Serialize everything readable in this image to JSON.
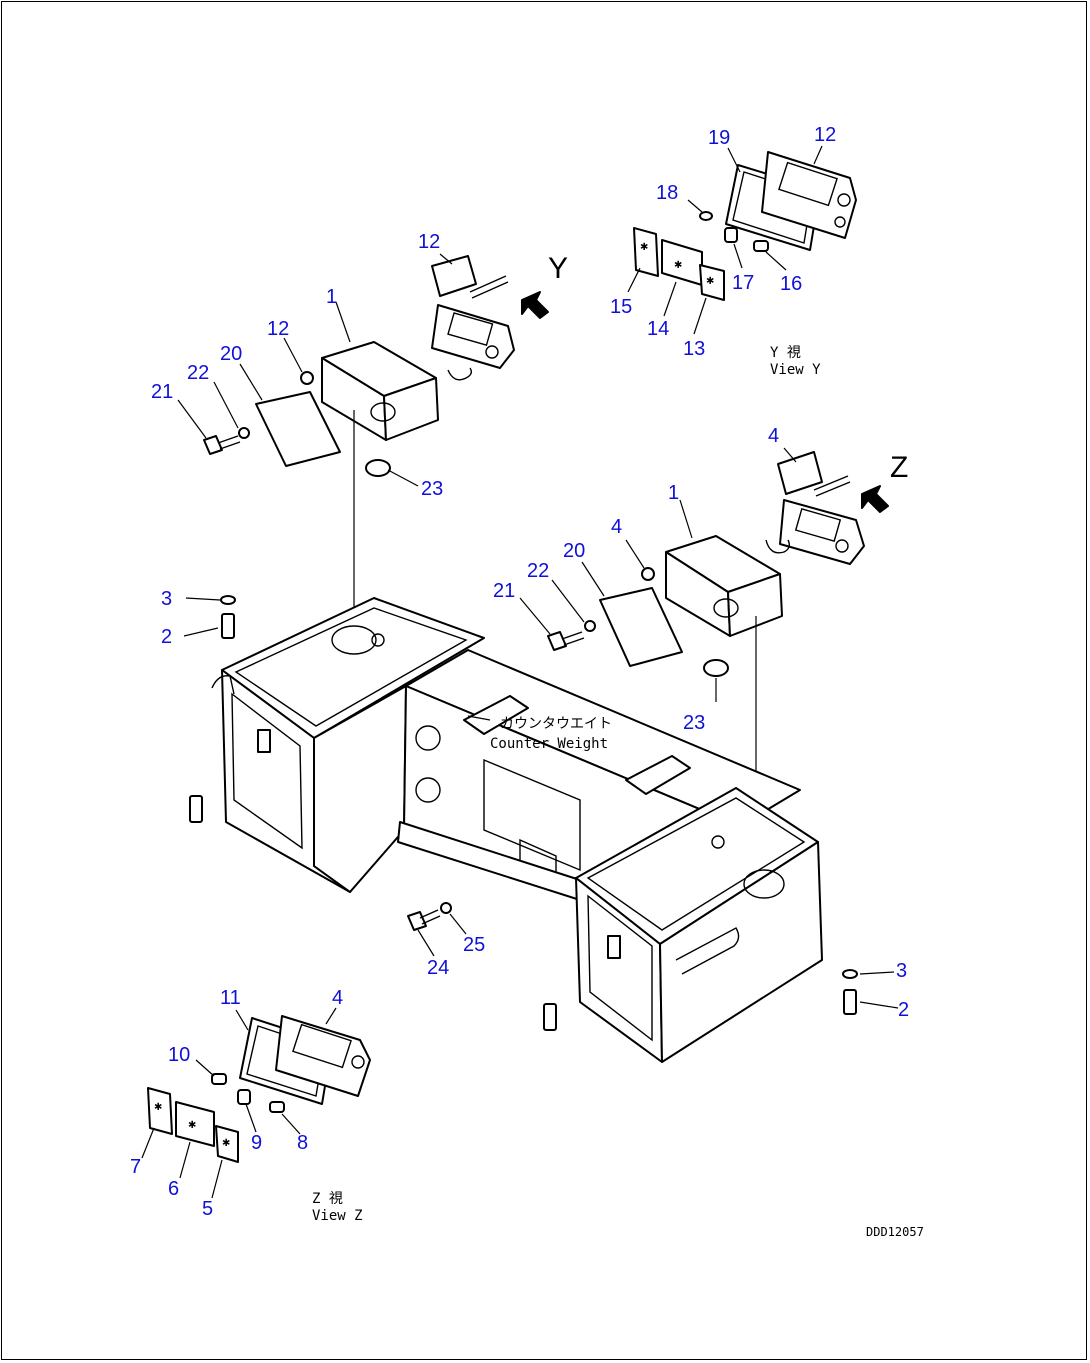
{
  "labels": {
    "view_y": {
      "p12a": "12",
      "p19": "19",
      "p18": "18",
      "p17": "17",
      "p16": "16",
      "p15": "15",
      "p14": "14",
      "p13": "13"
    },
    "left_lamp": {
      "p12b": "12",
      "p1": "1",
      "p12c": "12",
      "p20": "20",
      "p22": "22",
      "p21": "21",
      "p23": "23"
    },
    "right_lamp": {
      "p4": "4",
      "p1": "1",
      "p4b": "4",
      "p20": "20",
      "p22": "22",
      "p21": "21",
      "p23": "23"
    },
    "counterweight": {
      "p3a": "3",
      "p2a": "2",
      "p24": "24",
      "p25": "25",
      "p3b": "3",
      "p2b": "2"
    },
    "view_z": {
      "p11": "11",
      "p4": "4",
      "p10": "10",
      "p9": "9",
      "p8": "8",
      "p7": "7",
      "p6": "6",
      "p5": "5"
    }
  },
  "view_letters": {
    "y": "Y",
    "z": "Z"
  },
  "captions": {
    "view_y_jp": "Y 視",
    "view_y_en": "View Y",
    "counterweight_jp": "カウンタウエイト",
    "counterweight_en": "Counter Weight",
    "view_z_jp": "Z 視",
    "view_z_en": "View Z",
    "drawing_code": "DDD12057"
  },
  "colors": {
    "callout": "#1010d8",
    "line": "#000000"
  }
}
